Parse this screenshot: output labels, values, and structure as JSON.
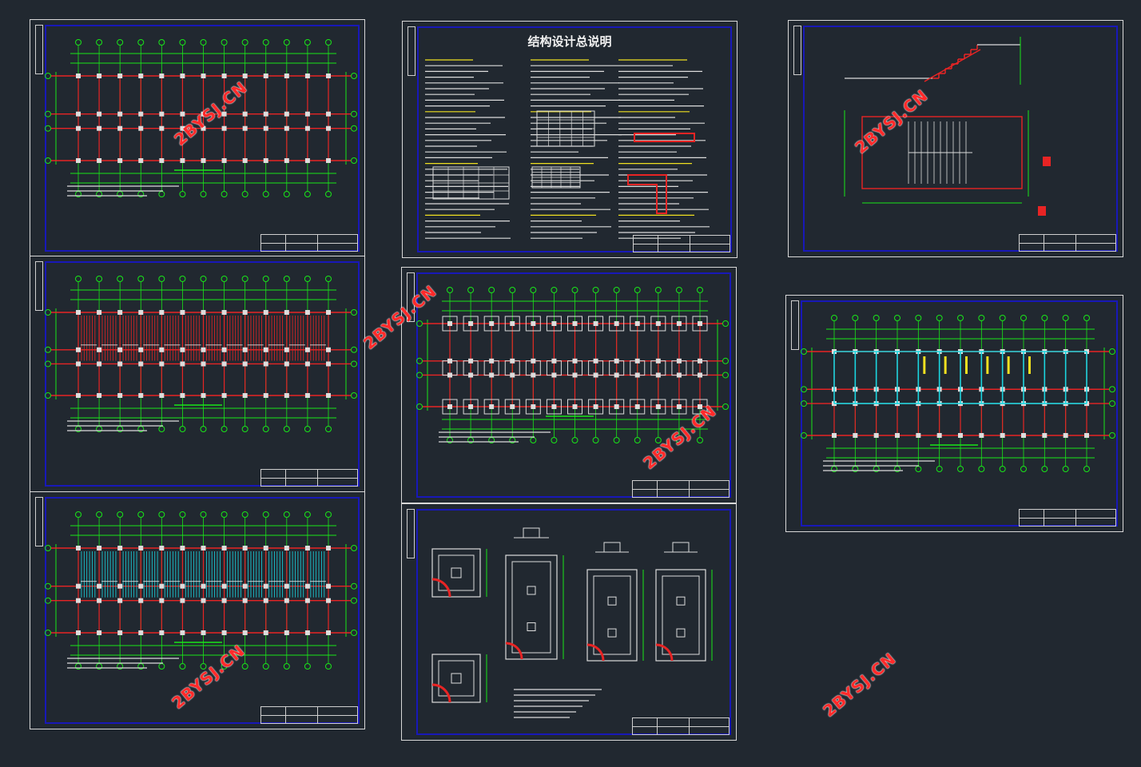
{
  "app": {
    "background": "#212830",
    "frame_color": "#1818b8"
  },
  "sheets": [
    {
      "id": "sheet-1",
      "kind": "plan"
    },
    {
      "id": "sheet-2",
      "kind": "general-notes",
      "title": "结构设计总说明"
    },
    {
      "id": "sheet-3",
      "kind": "stair-detail"
    },
    {
      "id": "sheet-4",
      "kind": "plan"
    },
    {
      "id": "sheet-5",
      "kind": "foundation-plan"
    },
    {
      "id": "sheet-6",
      "kind": "plan"
    },
    {
      "id": "sheet-7",
      "kind": "plan"
    },
    {
      "id": "sheet-8",
      "kind": "footing-details"
    }
  ],
  "watermark": {
    "text": "2BYSJ.CN",
    "color": "#ff2a2a"
  },
  "colors": {
    "grid": "#19e619",
    "beam": "#e82424",
    "column": "#dcdcdc",
    "cyan": "#19d6e0",
    "text": "#f2f2f2",
    "yellow": "#f0e020"
  }
}
